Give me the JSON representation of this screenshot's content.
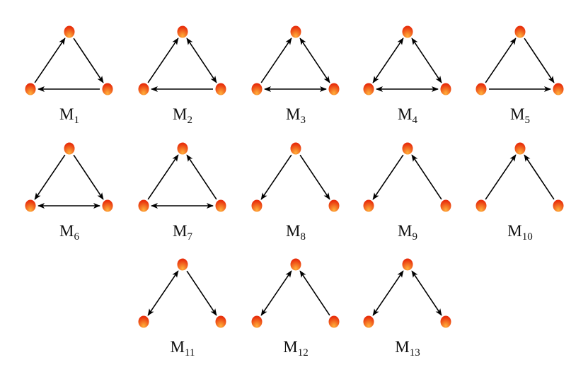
{
  "colors": {
    "node_inner": "#ffb03a",
    "node_outer": "#e8300c",
    "edge": "#000000"
  },
  "motifs": [
    {
      "label": "M",
      "sub": "1",
      "edges": [
        [
          "L",
          "T",
          "->"
        ],
        [
          "T",
          "R",
          "->"
        ],
        [
          "R",
          "L",
          "->"
        ]
      ]
    },
    {
      "label": "M",
      "sub": "2",
      "edges": [
        [
          "L",
          "T",
          "->"
        ],
        [
          "T",
          "R",
          "<->"
        ],
        [
          "R",
          "L",
          "->"
        ]
      ]
    },
    {
      "label": "M",
      "sub": "3",
      "edges": [
        [
          "L",
          "T",
          "->"
        ],
        [
          "T",
          "R",
          "<->"
        ],
        [
          "L",
          "R",
          "<->"
        ]
      ]
    },
    {
      "label": "M",
      "sub": "4",
      "edges": [
        [
          "L",
          "T",
          "<->"
        ],
        [
          "T",
          "R",
          "<->"
        ],
        [
          "L",
          "R",
          "<->"
        ]
      ]
    },
    {
      "label": "M",
      "sub": "5",
      "edges": [
        [
          "L",
          "T",
          "->"
        ],
        [
          "T",
          "R",
          "->"
        ],
        [
          "L",
          "R",
          "->"
        ]
      ]
    },
    {
      "label": "M",
      "sub": "6",
      "edges": [
        [
          "T",
          "L",
          "->"
        ],
        [
          "T",
          "R",
          "->"
        ],
        [
          "L",
          "R",
          "<->"
        ]
      ]
    },
    {
      "label": "M",
      "sub": "7",
      "edges": [
        [
          "L",
          "T",
          "->"
        ],
        [
          "R",
          "T",
          "->"
        ],
        [
          "L",
          "R",
          "<->"
        ]
      ]
    },
    {
      "label": "M",
      "sub": "8",
      "edges": [
        [
          "T",
          "L",
          "->"
        ],
        [
          "T",
          "R",
          "->"
        ]
      ]
    },
    {
      "label": "M",
      "sub": "9",
      "edges": [
        [
          "T",
          "L",
          "->"
        ],
        [
          "R",
          "T",
          "->"
        ]
      ]
    },
    {
      "label": "M",
      "sub": "10",
      "edges": [
        [
          "L",
          "T",
          "->"
        ],
        [
          "R",
          "T",
          "->"
        ]
      ]
    },
    {
      "label": "M",
      "sub": "11",
      "edges": [
        [
          "L",
          "T",
          "<->"
        ],
        [
          "T",
          "R",
          "->"
        ]
      ]
    },
    {
      "label": "M",
      "sub": "12",
      "edges": [
        [
          "L",
          "T",
          "<->"
        ],
        [
          "R",
          "T",
          "->"
        ]
      ]
    },
    {
      "label": "M",
      "sub": "13",
      "edges": [
        [
          "L",
          "T",
          "<->"
        ],
        [
          "T",
          "R",
          "<->"
        ]
      ]
    }
  ]
}
